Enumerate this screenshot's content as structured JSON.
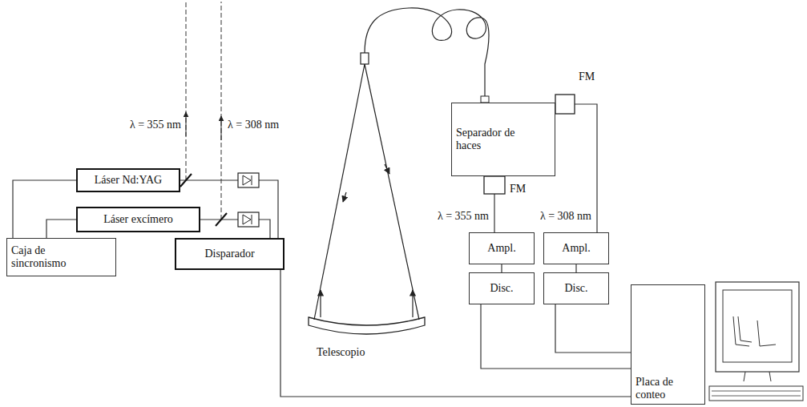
{
  "diagram": {
    "nodes": [
      {
        "text": [
          "Láser Nd:YAG"
        ]
      },
      {
        "text": [
          "Láser excímero"
        ]
      },
      {
        "text": [
          "Caja de sincronismo"
        ]
      },
      {
        "text": [
          "Disparador"
        ]
      },
      {
        "text": [
          "Separador de haces"
        ]
      },
      {
        "text": [
          "Ampl."
        ]
      },
      {
        "text": [
          "Ampl."
        ]
      },
      {
        "text": [
          "Disc."
        ]
      },
      {
        "text": [
          "Disc."
        ]
      },
      {
        "text": [
          "Placa de conteo"
        ]
      }
    ],
    "edges": [
      {
        "from": 2,
        "to": 0,
        "arrow": "none"
      },
      {
        "from": 2,
        "to": 1,
        "arrow": "none"
      },
      {
        "from": 0,
        "to": 3,
        "arrow": "none"
      },
      {
        "from": 1,
        "to": 3,
        "arrow": "none"
      },
      {
        "from": 4,
        "to": 5,
        "label": "λ = 355 nm",
        "arrow": "none"
      },
      {
        "from": 4,
        "to": 6,
        "label": "λ = 308 nm",
        "arrow": "none"
      },
      {
        "from": 5,
        "to": 7,
        "arrow": "none"
      },
      {
        "from": 6,
        "to": 8,
        "arrow": "none"
      },
      {
        "from": 7,
        "to": 9,
        "arrow": "none"
      },
      {
        "from": 8,
        "to": 9,
        "arrow": "none"
      },
      {
        "from": 3,
        "to": 9,
        "arrow": "none"
      }
    ],
    "labels": [
      "λ = 355 nm",
      "λ = 308 nm",
      "Telescopio",
      "FM",
      "FM"
    ]
  }
}
